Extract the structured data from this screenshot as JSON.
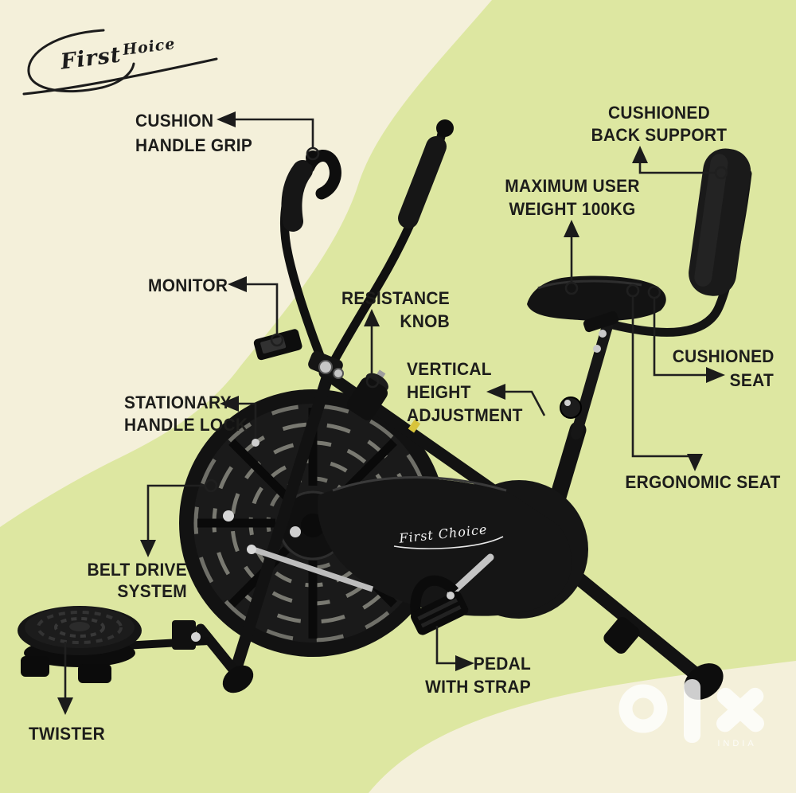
{
  "colors": {
    "background": "#dde7a1",
    "blob": "#f4f0da",
    "label_text": "#1d1d1b",
    "connector": "#1f1f1f",
    "bike_black": "#141414",
    "watermark_white": "#ffffff"
  },
  "logo": {
    "word1": "First",
    "word2": "Hoice"
  },
  "annotations": {
    "cushion_handle_grip": {
      "lines": [
        "CUSHION",
        "HANDLE GRIP"
      ]
    },
    "monitor": {
      "lines": [
        "MONITOR"
      ]
    },
    "resistance_knob": {
      "lines": [
        "RESISTANCE",
        "KNOB"
      ]
    },
    "vertical_height_adjustment": {
      "lines": [
        "VERTICAL",
        "HEIGHT",
        "ADJUSTMENT"
      ]
    },
    "stationary_handle_lock": {
      "lines": [
        "STATIONARY",
        "HANDLE LOCK"
      ]
    },
    "belt_drive_system": {
      "lines": [
        "BELT DRIVE",
        "SYSTEM"
      ]
    },
    "twister": {
      "lines": [
        "TWISTER"
      ]
    },
    "pedal_with_strap": {
      "lines": [
        "PEDAL",
        "WITH STRAP"
      ]
    },
    "maximum_user_weight": {
      "lines": [
        "MAXIMUM USER",
        "WEIGHT 100KG"
      ]
    },
    "cushioned_back_support": {
      "lines": [
        "CUSHIONED",
        "BACK SUPPORT"
      ]
    },
    "cushioned_seat": {
      "lines": [
        "CUSHIONED",
        "SEAT"
      ]
    },
    "ergonomic_seat": {
      "lines": [
        "ERGONOMIC SEAT"
      ]
    }
  },
  "bike": {
    "cover_brand": "First Choice"
  },
  "watermark": {
    "brand": "olx",
    "country": "INDIA"
  }
}
